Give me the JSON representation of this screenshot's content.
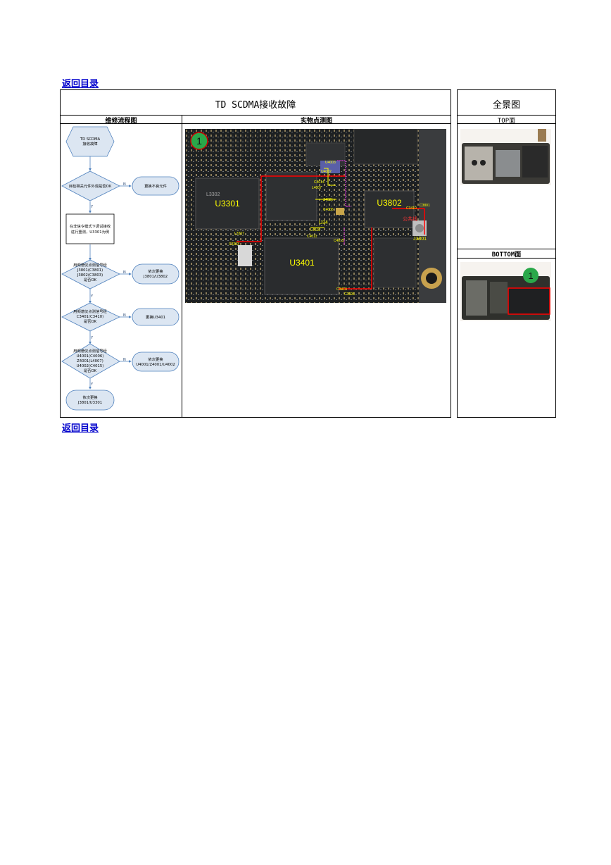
{
  "nav": {
    "back_top": "返回目录",
    "back_bottom": "返回目录"
  },
  "main": {
    "title": "TD SCDMA接收故障",
    "col_flow": "维修流程图",
    "col_photo": "实物点测图"
  },
  "side": {
    "title": "全景图",
    "top_label": "TOP面",
    "bottom_label": "BOTTOM面",
    "marker": "1"
  },
  "flow": {
    "start": [
      "TD SCDMA",
      "接收故障"
    ],
    "step1": "目检相关元件外观是否OK",
    "step1_action": "更换不良元件",
    "step2": [
      "在非信令模式下调试接收",
      "进行重测，U3301为例"
    ],
    "step3": [
      "用频谱仪点测信号经",
      "J3801(C3801)",
      "J3802(C3803)",
      "是否OK"
    ],
    "step3_action": [
      "依次更换",
      "J3801/U3802"
    ],
    "step4": [
      "用频谱仪点测信号经",
      "C3401(C3410)",
      "是否OK"
    ],
    "step4_action": "更换U3401",
    "step5": [
      "用频谱仪点测信号经",
      "U4001(C4006)",
      "Z4001(L4007)",
      "U4002(C4015)",
      "是否OK"
    ],
    "step5_action": [
      "依次更换",
      "U4001/Z4001/U4002"
    ],
    "end": [
      "依次更换",
      "J3801/U3301"
    ],
    "yes": "Y",
    "no": "N"
  },
  "photo": {
    "marker": "1",
    "chips": [
      "U3301",
      "U3802",
      "U3401"
    ],
    "labels": [
      "U4003",
      "U4002",
      "C4014",
      "L4007",
      "Z4001",
      "C4006",
      "C4015",
      "U34",
      "L4010",
      "C4011",
      "C3410",
      "L3307",
      "C3303",
      "C3410",
      "C3801",
      "J3801",
      "C3606",
      "L3302"
    ],
    "annotation": "公共线"
  },
  "colors": {
    "link": "#0000cc",
    "flow_fill": "#dce6f2",
    "flow_stroke": "#4f81bd",
    "pcb_bg": "#1b1d1f",
    "trace_red": "#ff0000",
    "trace_magenta": "#cc33cc",
    "marker_green": "#2aa84a"
  }
}
